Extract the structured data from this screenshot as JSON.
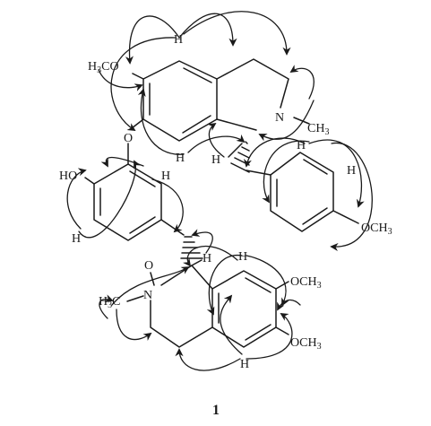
{
  "compound": {
    "number": "1"
  },
  "labels": {
    "ome_a_main": "H",
    "ome_a_3": "3",
    "ome_a_tail": "CO",
    "n_top": "N",
    "n_top_me": "CH",
    "n_top_me_3": "3",
    "o_ether": "O",
    "ho": "HO",
    "h_top_ring_top": "H",
    "h_top_ring_bottom": "H",
    "h_c1_top": "H",
    "h_right_ring_top": "H",
    "h_right_ring_right": "H",
    "ome_right": "OCH",
    "ome_right_3": "3",
    "h_left_ring_right": "H",
    "h_left_ring_bottom": "H",
    "o_noxide": "O",
    "n_bottom": "N",
    "n_bottom_me": "H",
    "n_bottom_me_3": "3",
    "n_bottom_me_tail": "C",
    "h_c1_bottom": "H",
    "h_bottom_ring_top": "H",
    "h_bottom_ring_bottom": "H",
    "ome_b1": "OCH",
    "ome_b1_3": "3",
    "ome_b2": "OCH",
    "ome_b2_3": "3"
  }
}
